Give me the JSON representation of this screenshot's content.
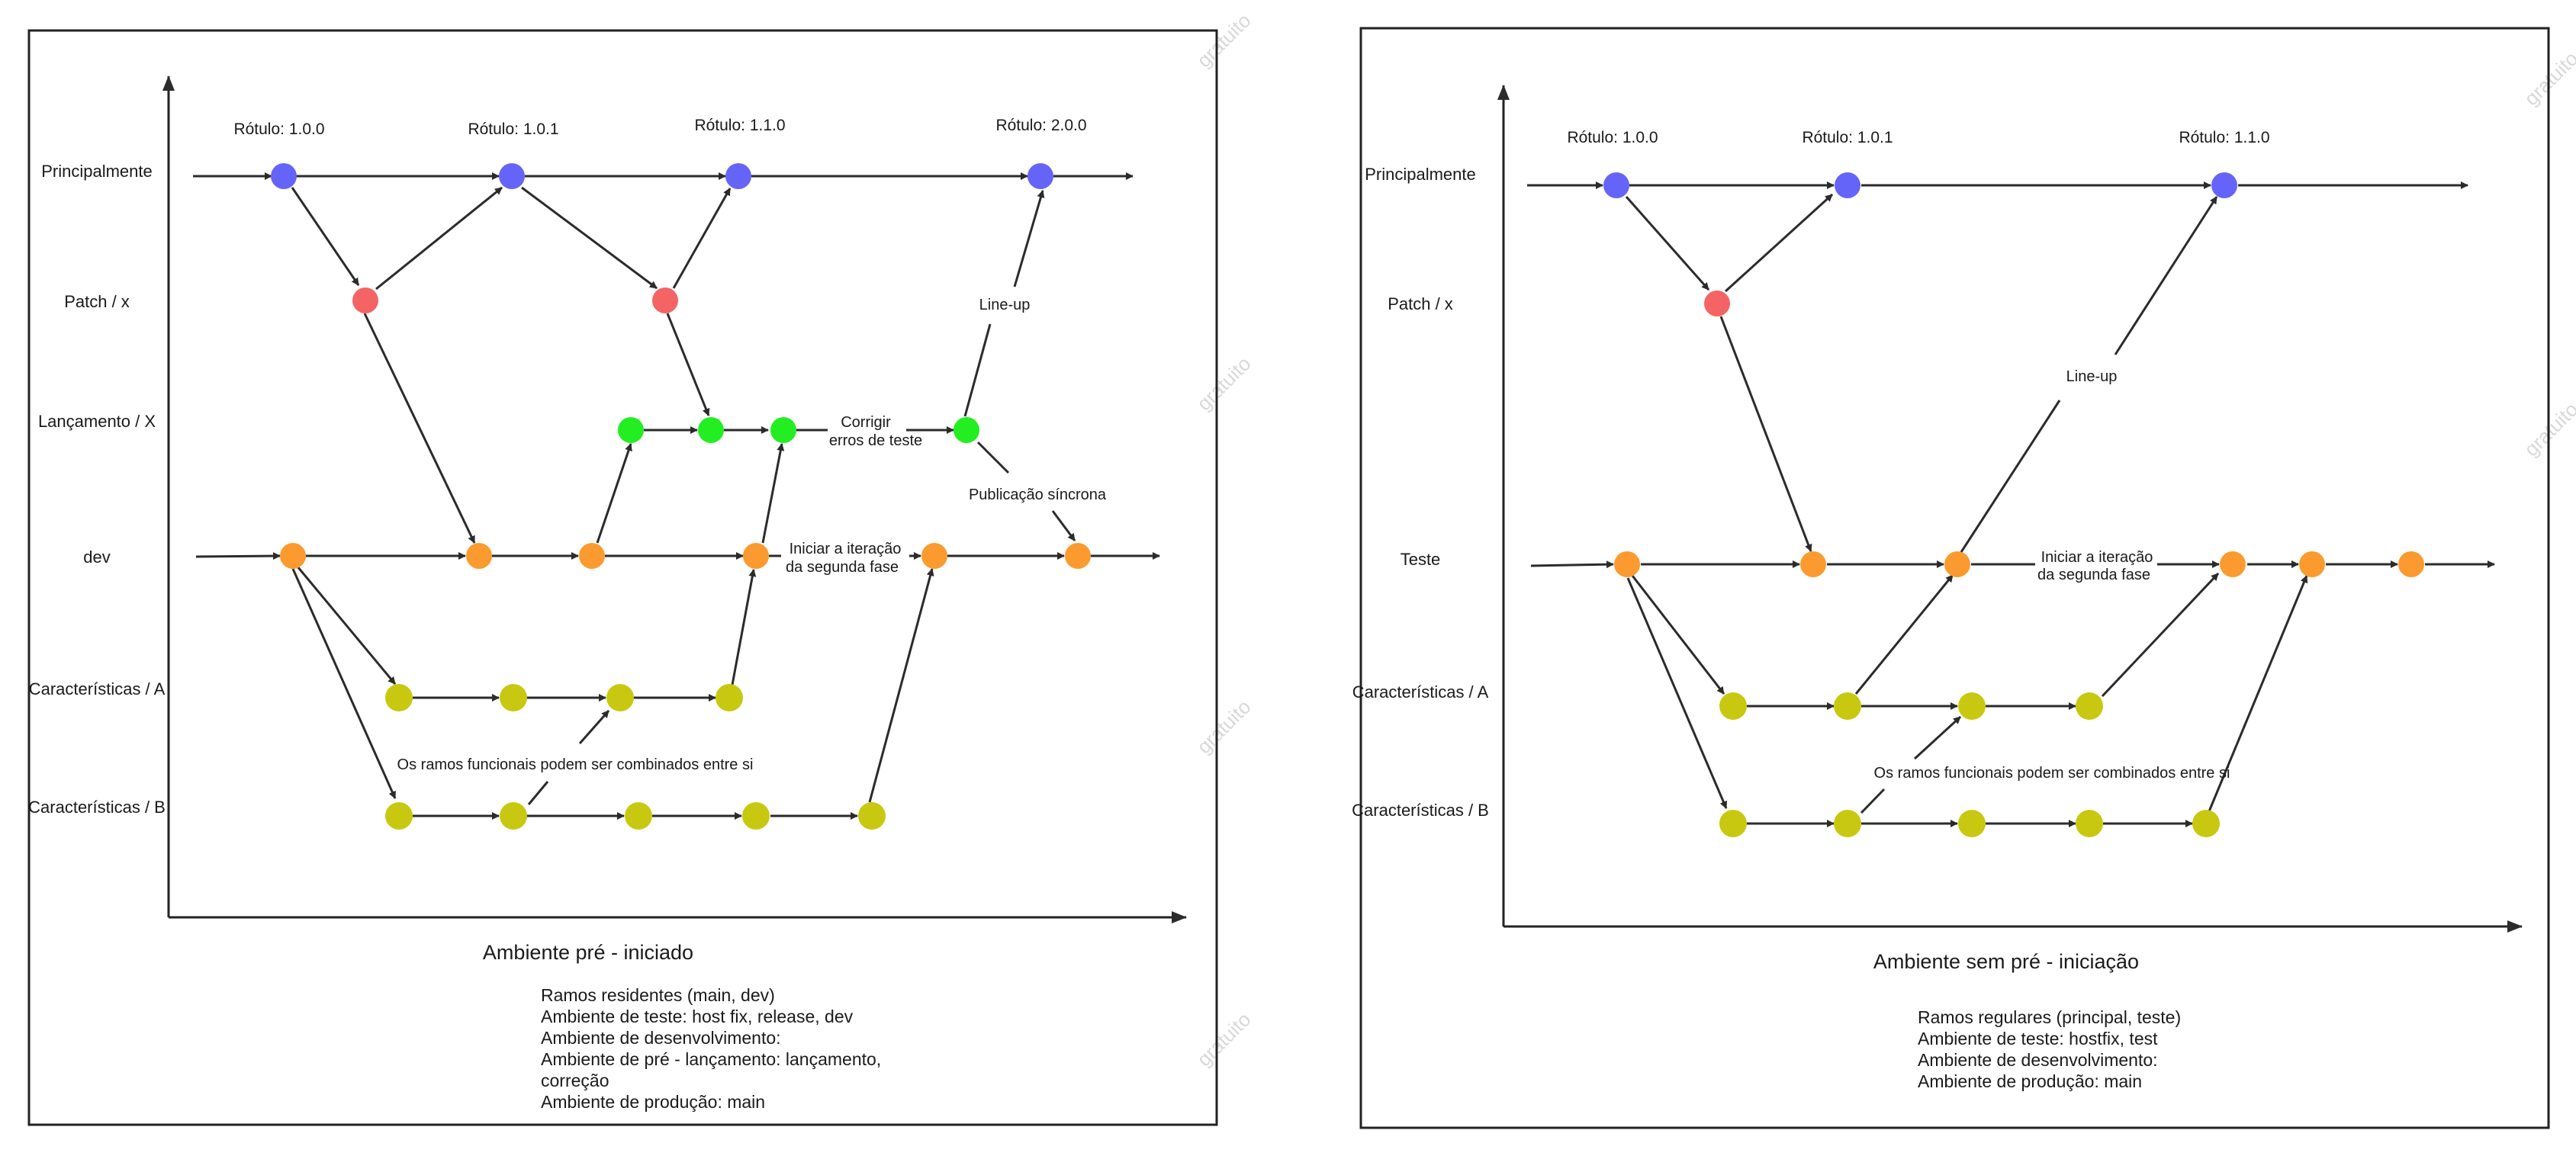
{
  "watermark": "gratuito",
  "colors": {
    "main": "#6464f8",
    "patch": "#f46464",
    "release": "#22ee22",
    "dev": "#fb9a2e",
    "feature": "#c8c810",
    "line": "#2b2b2b"
  },
  "left": {
    "lanes": [
      "Principalmente",
      "Patch / x",
      "Lançamento / X",
      "dev",
      "Características / A",
      "Características / B"
    ],
    "tags": [
      "Rótulo: 1.0.0",
      "Rótulo: 1.0.1",
      "Rótulo: 1.1.0",
      "Rótulo: 2.0.0"
    ],
    "edge_labels": {
      "fix": [
        "Corrigir",
        "erros de teste"
      ],
      "lineup": "Line-up",
      "sync": "Publicação síncrona",
      "iter": [
        "Iniciar a iteração",
        "da segunda fase"
      ],
      "combine": "Os ramos funcionais podem ser combinados entre si"
    },
    "title": "Ambiente pré - iniciado",
    "notes": [
      "Ramos residentes (main, dev)",
      "Ambiente de teste: host fix, release, dev",
      "Ambiente de desenvolvimento:",
      "Ambiente de pré - lançamento: lançamento,",
      "correção",
      "Ambiente de produção: main"
    ]
  },
  "right": {
    "lanes": [
      "Principalmente",
      "Patch / x",
      "Teste",
      "Características / A",
      "Características / B"
    ],
    "tags": [
      "Rótulo: 1.0.0",
      "Rótulo: 1.0.1",
      "Rótulo: 1.1.0"
    ],
    "edge_labels": {
      "lineup": "Line-up",
      "iter": [
        "Iniciar a iteração",
        "da segunda fase"
      ],
      "combine": "Os ramos funcionais podem ser combinados entre si"
    },
    "title": "Ambiente sem pré - iniciação",
    "notes": [
      "Ramos regulares (principal, teste)",
      "Ambiente de teste: hostfix, test",
      "Ambiente de desenvolvimento:",
      "Ambiente de produção: main"
    ]
  }
}
